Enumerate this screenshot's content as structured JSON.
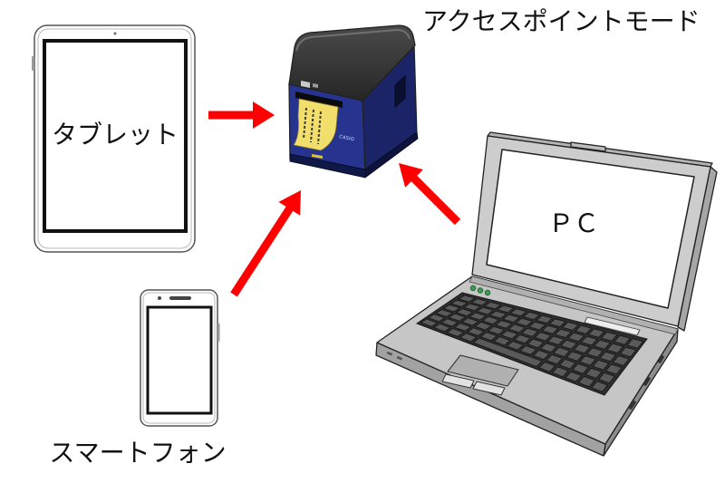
{
  "title": "アクセスポイントモード",
  "devices": {
    "tablet": {
      "label": "タブレット"
    },
    "smartphone": {
      "label": "スマートフォン"
    },
    "pc": {
      "label": "ＰＣ"
    },
    "printer": {
      "brand": "CASIO"
    }
  },
  "colors": {
    "arrow": "#ff0000",
    "printer_body": "#26348f",
    "printer_side": "#1b2466",
    "printer_cover": "#4a4a4a",
    "label_tape": "#f2de6b",
    "laptop_body": "#c6c6c6"
  }
}
